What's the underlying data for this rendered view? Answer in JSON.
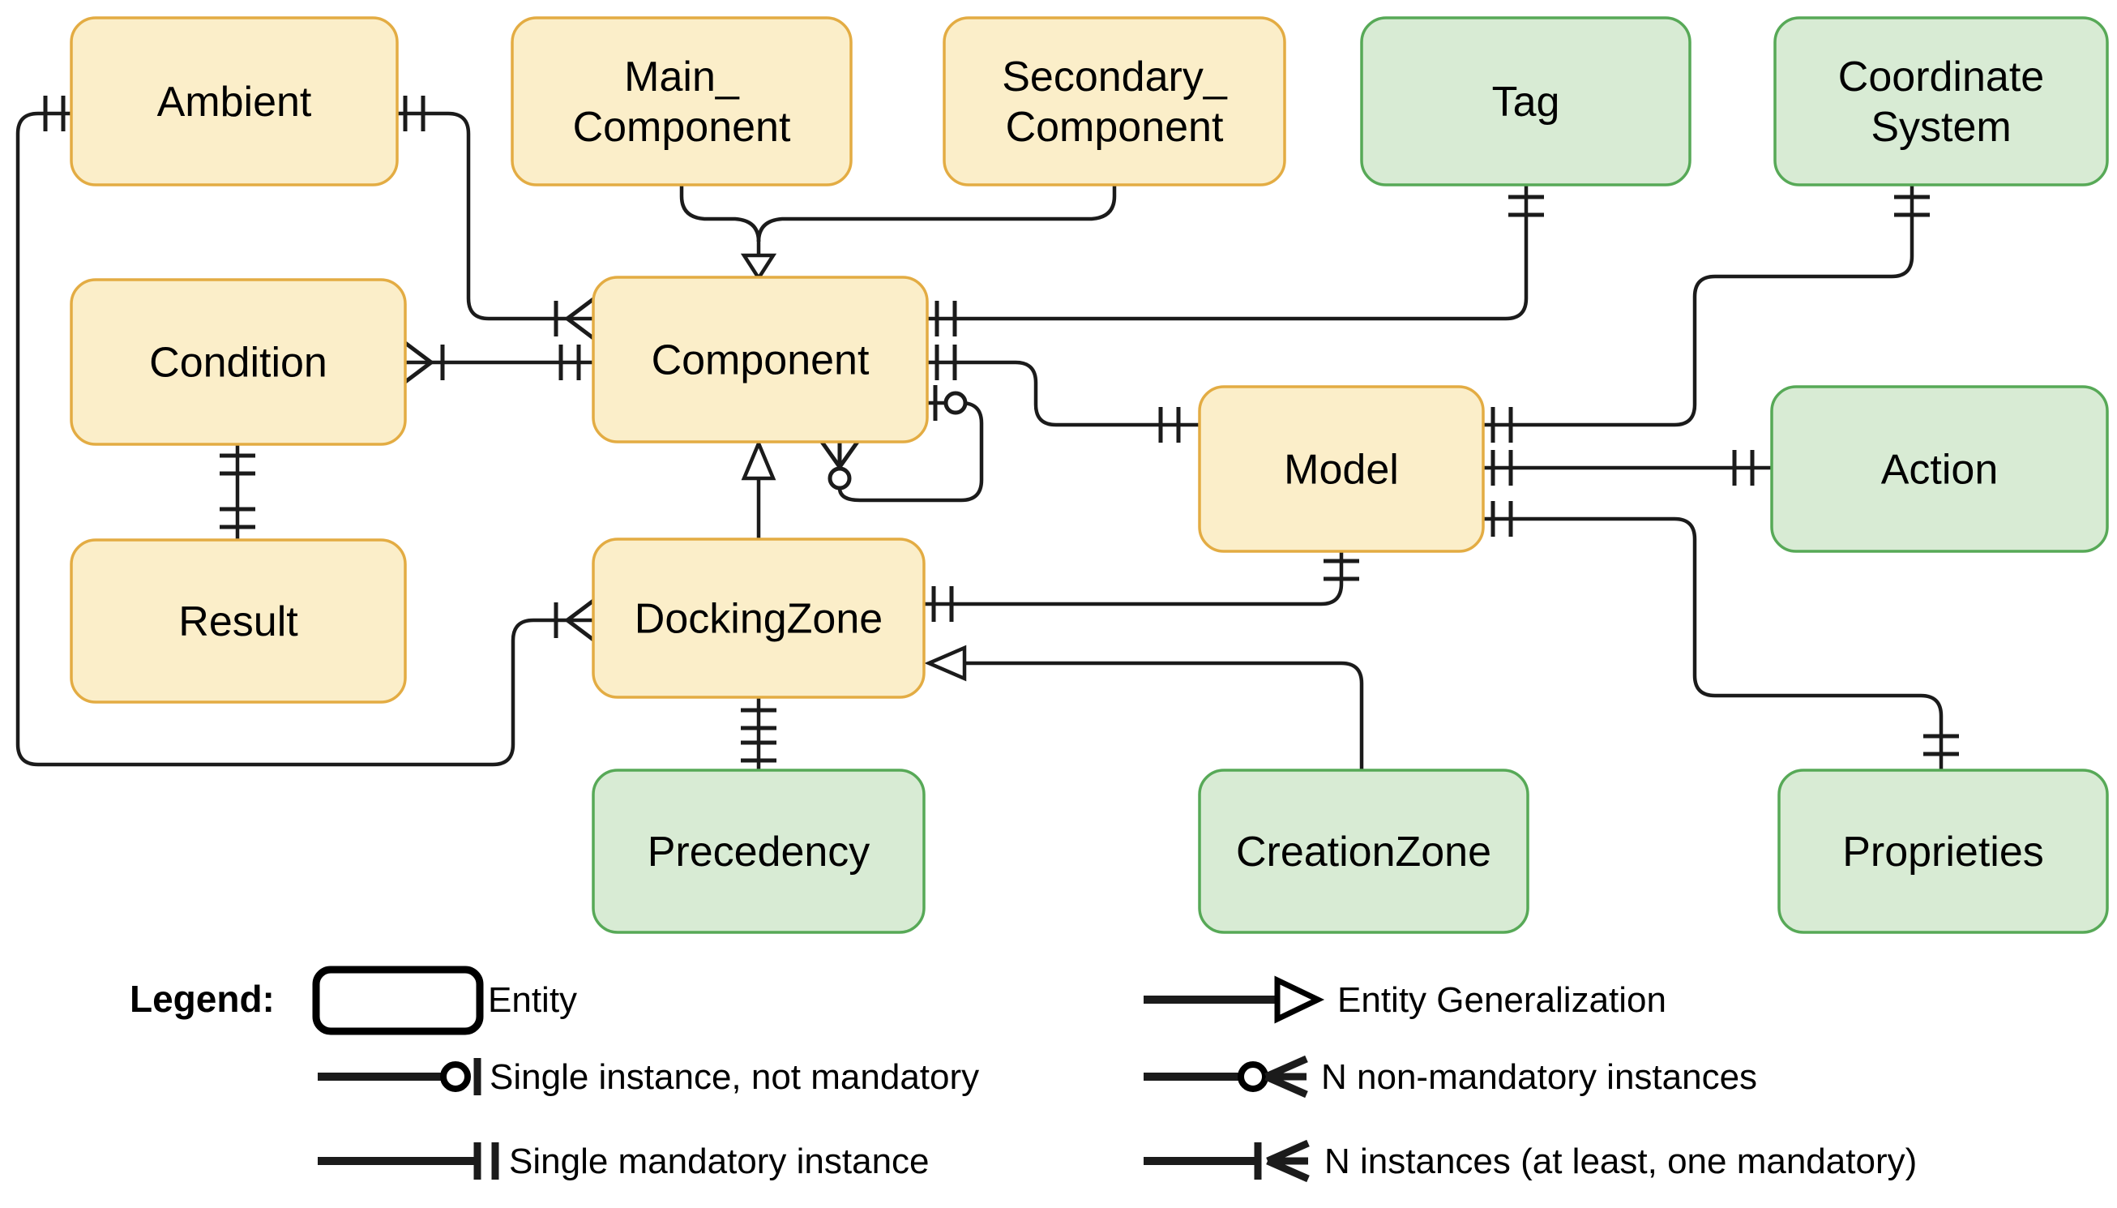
{
  "diagram": {
    "colors": {
      "yellow_fill": "#FBEEC9",
      "yellow_border": "#E3AC43",
      "green_fill": "#D8EBD4",
      "green_border": "#57A957",
      "line": "#1B1B1B",
      "background": "#FFFFFF"
    },
    "entities": [
      {
        "id": "ambient",
        "kind": "yellow",
        "lines": [
          "Ambient"
        ]
      },
      {
        "id": "main_component",
        "kind": "yellow",
        "lines": [
          "Main_",
          "Component"
        ]
      },
      {
        "id": "secondary_component",
        "kind": "yellow",
        "lines": [
          "Secondary_",
          "Component"
        ]
      },
      {
        "id": "tag",
        "kind": "green",
        "lines": [
          "Tag"
        ]
      },
      {
        "id": "coordinate_system",
        "kind": "green",
        "lines": [
          "Coordinate",
          "System"
        ]
      },
      {
        "id": "condition",
        "kind": "yellow",
        "lines": [
          "Condition"
        ]
      },
      {
        "id": "component",
        "kind": "yellow",
        "lines": [
          "Component"
        ]
      },
      {
        "id": "model",
        "kind": "yellow",
        "lines": [
          "Model"
        ]
      },
      {
        "id": "action",
        "kind": "green",
        "lines": [
          "Action"
        ]
      },
      {
        "id": "result",
        "kind": "yellow",
        "lines": [
          "Result"
        ]
      },
      {
        "id": "dockingzone",
        "kind": "yellow",
        "lines": [
          "DockingZone"
        ]
      },
      {
        "id": "precedency",
        "kind": "green",
        "lines": [
          "Precedency"
        ]
      },
      {
        "id": "creationzone",
        "kind": "green",
        "lines": [
          "CreationZone"
        ]
      },
      {
        "id": "proprieties",
        "kind": "green",
        "lines": [
          "Proprieties"
        ]
      }
    ],
    "relationships": [
      {
        "from": "Ambient",
        "to": "Component",
        "from_marker": "single mandatory instance",
        "to_marker": "N instances (at least, one mandatory)"
      },
      {
        "from": "Ambient",
        "to": "DockingZone",
        "from_marker": "single mandatory instance",
        "to_marker": "N instances (at least, one mandatory)"
      },
      {
        "from": "Condition",
        "to": "Component",
        "from_marker": "N instances (at least, one mandatory)",
        "to_marker": "single mandatory instance"
      },
      {
        "from": "Condition",
        "to": "Result",
        "from_marker": "single mandatory instance",
        "to_marker": "single mandatory instance"
      },
      {
        "from": "Main_Component",
        "to": "Component",
        "type": "entity generalization"
      },
      {
        "from": "Secondary_Component",
        "to": "Component",
        "type": "entity generalization"
      },
      {
        "from": "Tag",
        "to": "Component",
        "from_marker": "single mandatory instance",
        "to_marker": "single mandatory instance"
      },
      {
        "from": "Component",
        "to": "Model",
        "from_marker": "single mandatory instance",
        "to_marker": "single mandatory instance"
      },
      {
        "from": "Component",
        "to": "Component",
        "from_marker": "single instance, not mandatory",
        "to_marker": "N non-mandatory instances"
      },
      {
        "from": "DockingZone",
        "to": "Component",
        "type": "entity generalization"
      },
      {
        "from": "Coordinate System",
        "to": "Model",
        "from_marker": "single mandatory instance",
        "to_marker": "single mandatory instance"
      },
      {
        "from": "Model",
        "to": "Action",
        "from_marker": "single mandatory instance",
        "to_marker": "single mandatory instance"
      },
      {
        "from": "Model",
        "to": "DockingZone",
        "from_marker": "single mandatory instance",
        "to_marker": "single mandatory instance"
      },
      {
        "from": "Model",
        "to": "Proprieties",
        "from_marker": "single mandatory instance",
        "to_marker": "single mandatory instance"
      },
      {
        "from": "CreationZone",
        "to": "DockingZone",
        "type": "entity generalization"
      },
      {
        "from": "DockingZone",
        "to": "Precedency",
        "from_marker": "single mandatory instance",
        "to_marker": "single mandatory instance"
      }
    ]
  },
  "legend": {
    "title": "Legend:",
    "items_left": [
      {
        "symbol": "entity-box",
        "label": "Entity"
      },
      {
        "symbol": "single-not-mandatory",
        "label": "Single instance, not mandatory"
      },
      {
        "symbol": "single-mandatory",
        "label": "Single mandatory instance"
      }
    ],
    "items_right": [
      {
        "symbol": "entity-generalization",
        "label": "Entity Generalization"
      },
      {
        "symbol": "n-non-mandatory",
        "label": "N non-mandatory instances"
      },
      {
        "symbol": "n-mandatory",
        "label": "N instances (at least, one mandatory)"
      }
    ]
  }
}
